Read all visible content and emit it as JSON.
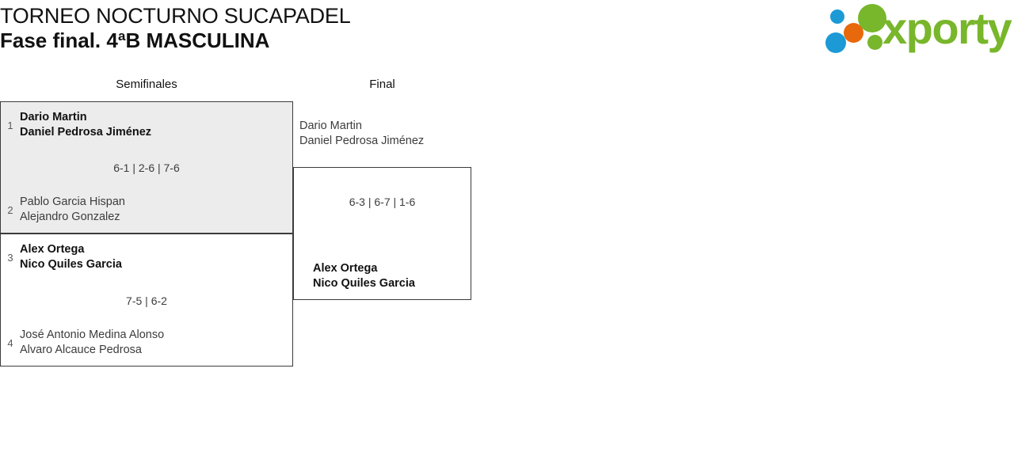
{
  "header": {
    "tournament_title": "TORNEO NOCTURNO SUCAPADEL",
    "phase_title": "Fase final. 4ªB MASCULINA"
  },
  "brand": {
    "wordmark": "xporty",
    "colors": {
      "green": "#78b62b",
      "blue": "#1b9ad6",
      "orange": "#e8690b"
    }
  },
  "bracket": {
    "rounds": [
      {
        "name": "semifinales",
        "label": "Semifinales"
      },
      {
        "name": "final",
        "label": "Final"
      }
    ],
    "matches": {
      "sf1": {
        "score": "6-1 | 2-6 | 7-6",
        "top": {
          "seed": "1",
          "player1": "Dario Martin",
          "player2": "Daniel Pedrosa Jiménez",
          "winner": true
        },
        "bottom": {
          "seed": "2",
          "player1": "Pablo Garcia Hispan",
          "player2": "Alejandro Gonzalez",
          "winner": false
        }
      },
      "sf2": {
        "score": "7-5 | 6-2",
        "top": {
          "seed": "3",
          "player1": "Alex Ortega",
          "player2": "Nico Quiles Garcia",
          "winner": true
        },
        "bottom": {
          "seed": "4",
          "player1": "José Antonio Medina Alonso",
          "player2": "Alvaro Alcauce Pedrosa",
          "winner": false
        }
      },
      "final": {
        "score": "6-3 | 6-7 | 1-6",
        "top": {
          "seed": "",
          "player1": "Dario Martin",
          "player2": "Daniel Pedrosa Jiménez",
          "winner": false
        },
        "bottom": {
          "seed": "",
          "player1": "Alex Ortega",
          "player2": "Nico Quiles Garcia",
          "winner": true
        }
      }
    }
  }
}
